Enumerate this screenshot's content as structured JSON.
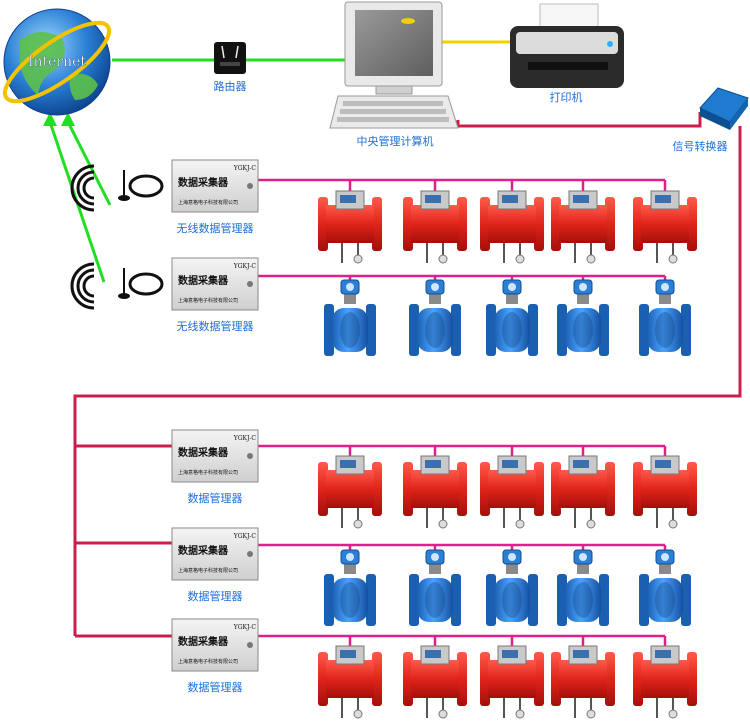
{
  "colors": {
    "network_line": "#22dd22",
    "data_line": "#cc1e49",
    "bus_line": "#e0208a",
    "label": "#1e6fd9",
    "printer_link": "#f0d000"
  },
  "nodes": {
    "internet": {
      "label": "Internet",
      "icon": "globe-icon"
    },
    "router": {
      "label": "路由器",
      "icon": "router-icon"
    },
    "computer": {
      "label": "中央管理计算机",
      "icon": "computer-icon"
    },
    "printer": {
      "label": "打印机",
      "icon": "printer-icon"
    },
    "converter": {
      "label": "信号转换器",
      "icon": "signal-converter-icon"
    }
  },
  "collector": {
    "model": "YGKJ-C",
    "title": "数据采集器",
    "company": "上海意格电子科技有限公司"
  },
  "managers": [
    {
      "label": "无线数据管理器",
      "wireless": true,
      "meter_type": "ultrasonic"
    },
    {
      "label": "无线数据管理器",
      "wireless": true,
      "meter_type": "electromagnetic"
    },
    {
      "label": "数据管理器",
      "wireless": false,
      "meter_type": "ultrasonic"
    },
    {
      "label": "数据管理器",
      "wireless": false,
      "meter_type": "electromagnetic"
    },
    {
      "label": "数据管理器",
      "wireless": false,
      "meter_type": "ultrasonic"
    }
  ],
  "meters_per_row": 5
}
